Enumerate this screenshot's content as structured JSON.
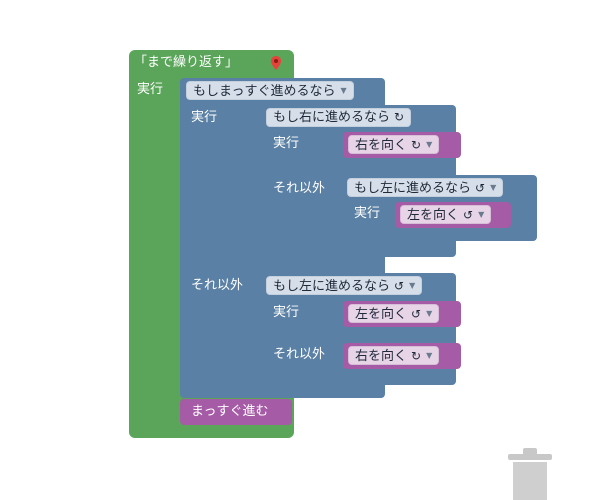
{
  "workspace": {
    "repeat_block": {
      "title": "「まで繰り返す」",
      "do_label": "実行",
      "color": "#5ba55b"
    },
    "if_straight": {
      "condition": "もしまっすぐ進めるなら",
      "do_label": "実行",
      "else_label": "それ以外",
      "color": "#5b80a5"
    },
    "if_right": {
      "condition": "もし右に進めるなら",
      "rotate_glyph": "↻",
      "do_label": "実行",
      "else_label": "それ以外"
    },
    "turn_right_1": {
      "label": "右を向く",
      "rotate_glyph": "↻",
      "color": "#a55ba5"
    },
    "if_left_inner": {
      "condition": "もし左に進めるなら",
      "rotate_glyph": "↺",
      "do_label": "実行"
    },
    "turn_left_1": {
      "label": "左を向く",
      "rotate_glyph": "↺"
    },
    "if_left_outer": {
      "condition": "もし左に進めるなら",
      "rotate_glyph": "↺",
      "do_label": "実行",
      "else_label": "それ以外"
    },
    "turn_left_2": {
      "label": "左を向く",
      "rotate_glyph": "↺"
    },
    "turn_right_2": {
      "label": "右を向く",
      "rotate_glyph": "↻"
    },
    "move_forward": {
      "label": "まっすぐ進む"
    },
    "dropdown_arrow": "▼"
  },
  "icons": {
    "marker": "map-marker-icon",
    "trash": "trash-can-icon"
  }
}
